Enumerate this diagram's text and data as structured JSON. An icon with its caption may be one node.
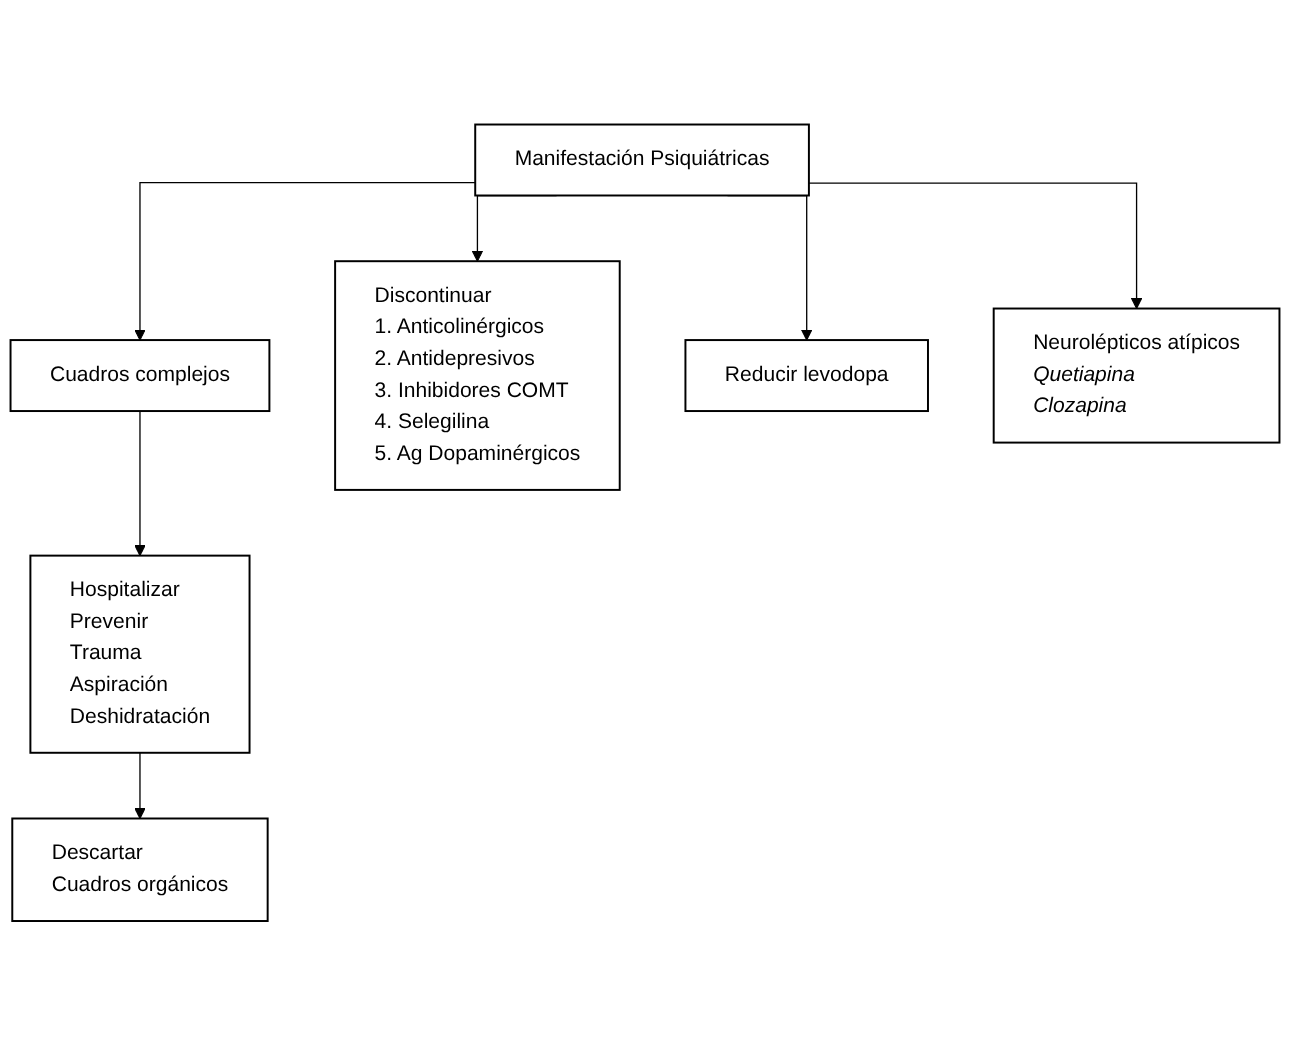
{
  "diagram": {
    "nodes": [
      {
        "text": [
          "Manifestación Psiquiátricas"
        ]
      },
      {
        "text": [
          "Cuadros complejos"
        ]
      },
      {
        "text": [
          "Hospitalizar",
          "Prevenir",
          "Trauma",
          "Aspiración",
          "Deshidratación"
        ]
      },
      {
        "text": [
          "Descartar",
          "Cuadros orgánicos"
        ]
      },
      {
        "text": [
          "Discontinuar",
          "1. Anticolinérgicos",
          "2. Antidepresivos",
          "3. Inhibidores COMT",
          "4. Selegilina",
          "5. Ag Dopaminérgicos"
        ]
      },
      {
        "text": [
          "Reducir levodopa"
        ]
      },
      {
        "text": [
          "Neurolépticos atípicos",
          "Quetiapina",
          "Clozapina"
        ]
      }
    ],
    "edges": [
      {
        "from": 0,
        "to": 1,
        "arrow": "to"
      },
      {
        "from": 1,
        "to": 2,
        "arrow": "to"
      },
      {
        "from": 2,
        "to": 3,
        "arrow": "to"
      },
      {
        "from": 0,
        "to": 4,
        "arrow": "to"
      },
      {
        "from": 0,
        "to": 5,
        "arrow": "to"
      },
      {
        "from": 0,
        "to": 6,
        "arrow": "to"
      }
    ]
  }
}
